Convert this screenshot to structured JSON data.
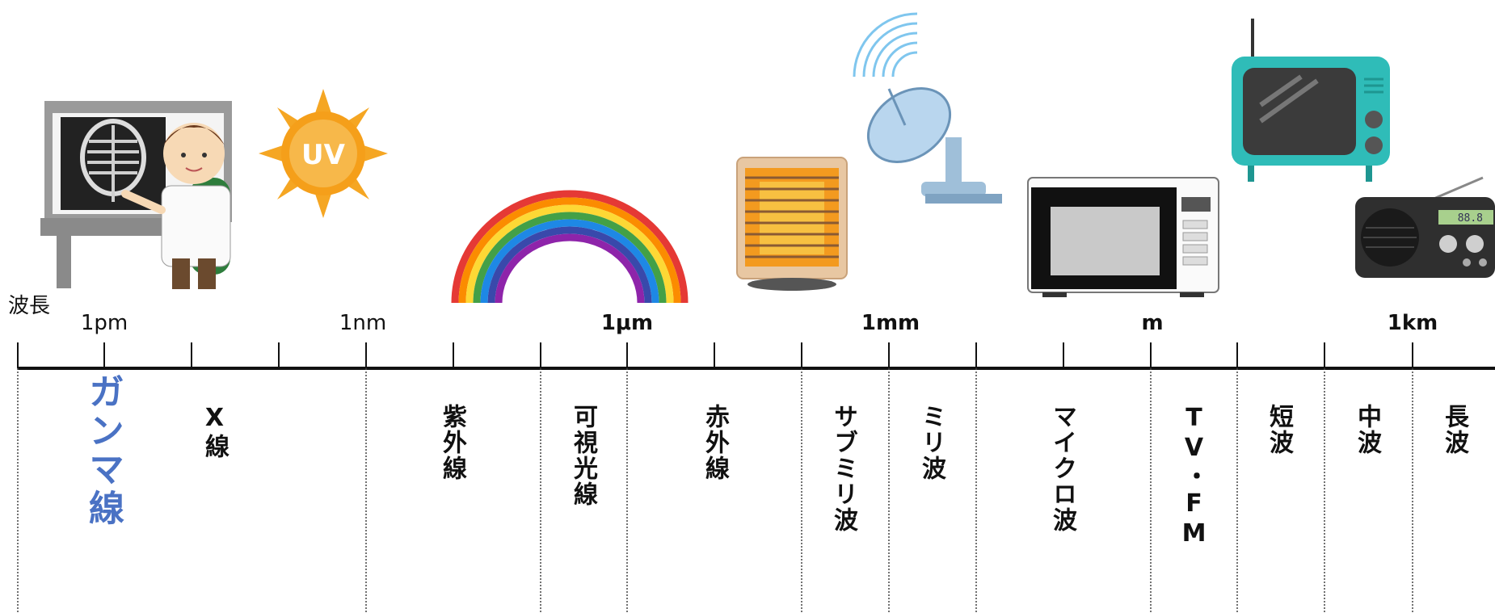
{
  "axis": {
    "wavelength_label": "波長",
    "tick_labels": [
      "1pm",
      "1nm",
      "1μm",
      "1mm",
      "m",
      "1km"
    ]
  },
  "bands": [
    {
      "id": "gamma",
      "label": "ガンマ線"
    },
    {
      "id": "xray",
      "label": "X線"
    },
    {
      "id": "uv",
      "label": "紫外線"
    },
    {
      "id": "visible",
      "label": "可視光線"
    },
    {
      "id": "infrared",
      "label": "赤外線"
    },
    {
      "id": "submm",
      "label": "サブミリ波"
    },
    {
      "id": "mm",
      "label": "ミリ波"
    },
    {
      "id": "microwave",
      "label": "マイクロ波"
    },
    {
      "id": "tvfm",
      "label": "TV・FM"
    },
    {
      "id": "shortwave",
      "label": "短波"
    },
    {
      "id": "mediumwave",
      "label": "中波"
    },
    {
      "id": "longwave",
      "label": "長波"
    }
  ],
  "illustrations": {
    "sun_badge": "UV",
    "radio_display": "88.8"
  },
  "colors": {
    "gamma_label": "#4a72c4",
    "sun": "#f5a623",
    "tv": "#2fbcb8"
  }
}
